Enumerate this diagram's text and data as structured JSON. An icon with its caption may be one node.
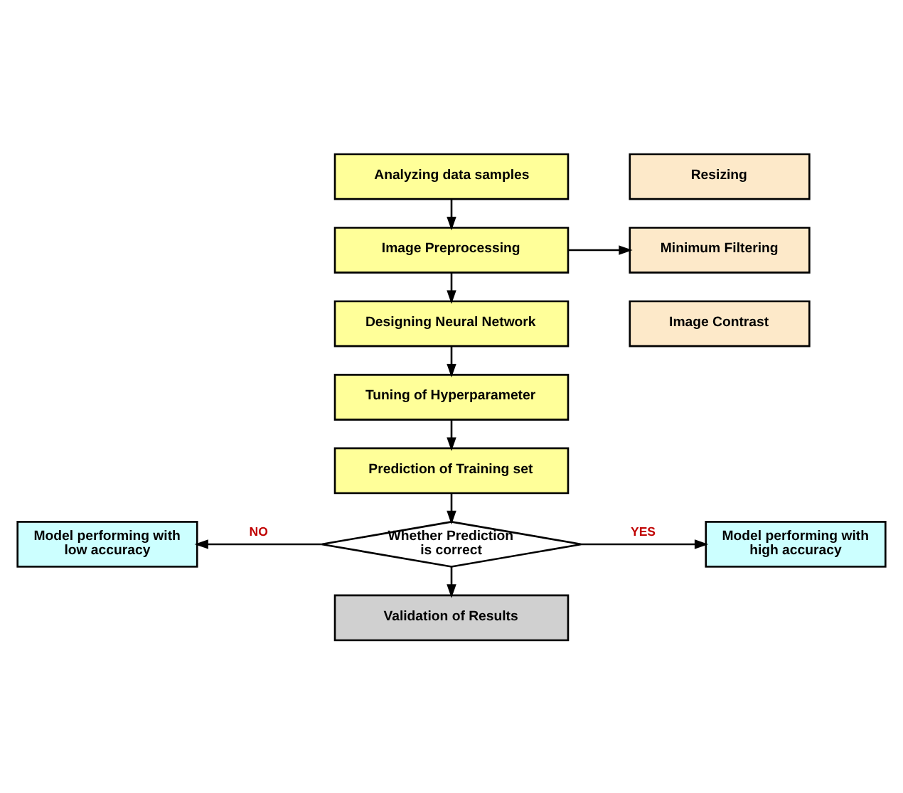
{
  "diagram": {
    "nodes": [
      {
        "text": [
          "Analyzing data samples"
        ]
      },
      {
        "text": [
          "Image Preprocessing"
        ]
      },
      {
        "text": [
          "Resizing"
        ]
      },
      {
        "text": [
          "Minimum Filtering"
        ]
      },
      {
        "text": [
          "Image Contrast"
        ]
      },
      {
        "text": [
          "Designing Neural Network"
        ]
      },
      {
        "text": [
          "Tuning of Hyperparameter"
        ]
      },
      {
        "text": [
          "Prediction of Training set"
        ]
      },
      {
        "text": [
          "Whether Prediction is correct"
        ]
      },
      {
        "text": [
          "Model performing with low accuracy"
        ]
      },
      {
        "text": [
          "Model performing with high accuracy"
        ]
      },
      {
        "text": [
          "Validation of Results"
        ]
      }
    ],
    "edges": [
      {
        "from": 0,
        "to": 1,
        "arrow": "to"
      },
      {
        "from": 1,
        "to": 3,
        "arrow": "to"
      },
      {
        "from": 1,
        "to": 5,
        "arrow": "to"
      },
      {
        "from": 5,
        "to": 6,
        "arrow": "to"
      },
      {
        "from": 6,
        "to": 7,
        "arrow": "to"
      },
      {
        "from": 7,
        "to": 8,
        "arrow": "to"
      },
      {
        "from": 8,
        "to": 9,
        "label": "NO",
        "arrow": "to"
      },
      {
        "from": 8,
        "to": 10,
        "label": "YES",
        "arrow": "to"
      },
      {
        "from": 8,
        "to": 11,
        "arrow": "to"
      }
    ]
  }
}
